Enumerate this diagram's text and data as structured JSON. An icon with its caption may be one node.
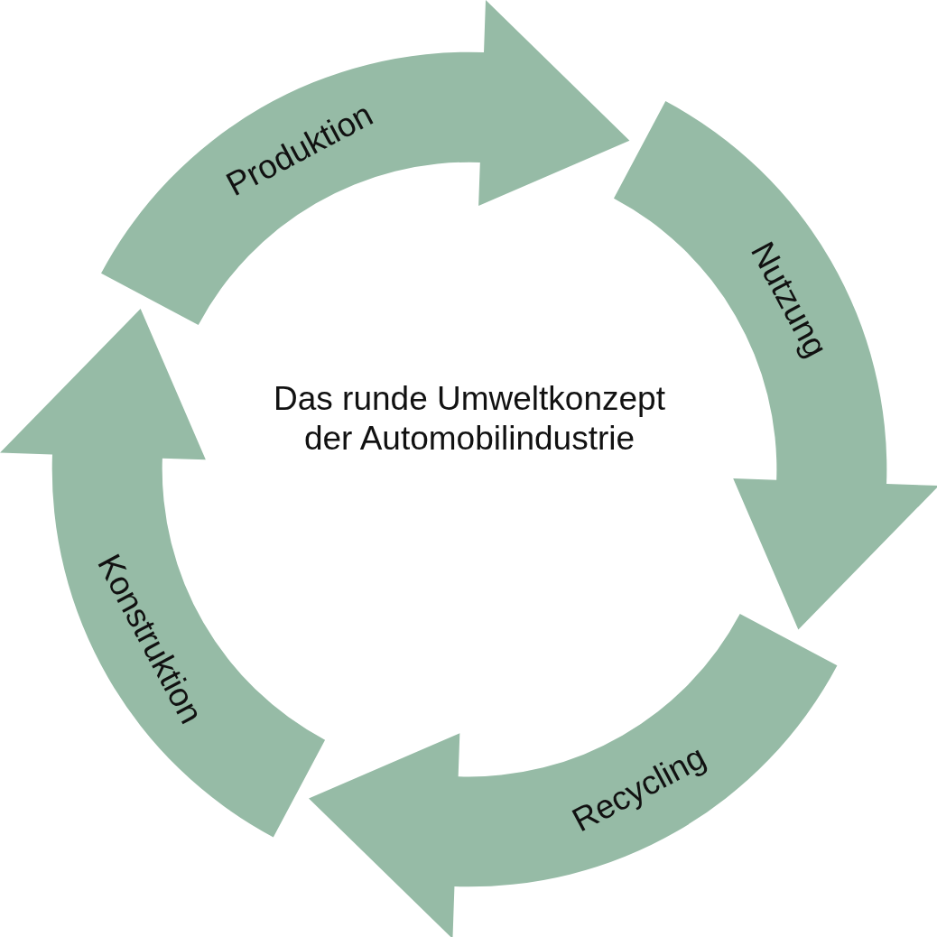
{
  "diagram": {
    "nodes": [
      {
        "text": [
          "Produktion"
        ]
      },
      {
        "text": [
          "Nutzung"
        ]
      },
      {
        "text": [
          "Recycling"
        ]
      },
      {
        "text": [
          "Konstruktion"
        ]
      }
    ],
    "edges": [
      {
        "from": 3,
        "to": 1,
        "arrow": "to"
      },
      {
        "from": 0,
        "to": 2,
        "arrow": "to"
      },
      {
        "from": 1,
        "to": 3,
        "arrow": "to"
      },
      {
        "from": 2,
        "to": 0,
        "arrow": "to"
      }
    ],
    "labels": [
      "Das runde Umweltkonzept der Automobilindustrie"
    ]
  }
}
